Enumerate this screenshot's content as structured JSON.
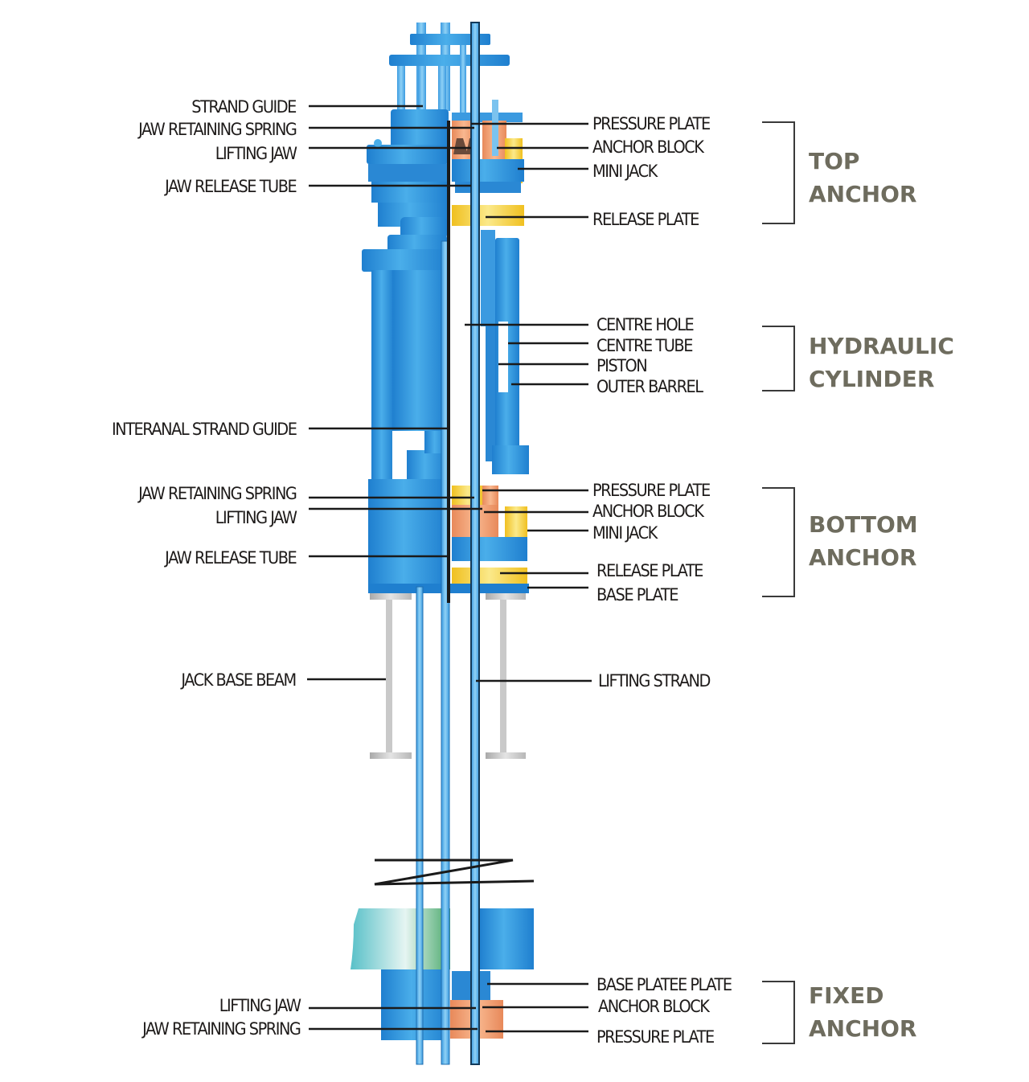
{
  "diagram": {
    "title": "",
    "colors": {
      "jack_body": "#2f8fd8",
      "jack_highlight": "#6cc0f0",
      "jack_dark": "#1a6fb5",
      "anchor_block": "#f0a070",
      "mini_jack": "#f8d84a",
      "release_plate": "#f5d040",
      "base_beam": "#c8c8c8",
      "leader_line": "#1a1a1a",
      "group_label": "#6e6c5e",
      "text": "#1e1b1a"
    },
    "left_labels": [
      "STRAND GUIDE",
      "JAW RETAINING SPRING",
      "LIFTING JAW",
      "JAW RELEASE TUBE",
      "INTERANAL STRAND GUIDE",
      "JAW RETAINING SPRING",
      "LIFTING JAW",
      "JAW RELEASE TUBE",
      "JACK BASE BEAM",
      "LIFTING JAW",
      "JAW RETAINING SPRING"
    ],
    "right_labels": [
      "PRESSURE PLATE",
      "ANCHOR BLOCK",
      "MINI JACK",
      "RELEASE PLATE",
      "CENTRE HOLE",
      "CENTRE TUBE",
      "PISTON",
      "OUTER BARREL",
      "PRESSURE PLATE",
      "ANCHOR BLOCK",
      "MINI JACK",
      "RELEASE PLATE",
      "BASE PLATE",
      "LIFTING STRAND",
      "BASE PLATEE PLATE",
      "ANCHOR BLOCK",
      "PRESSURE PLATE"
    ],
    "groups": [
      {
        "line1": "TOP",
        "line2": "ANCHOR"
      },
      {
        "line1": "HYDRAULIC",
        "line2": "CYLINDER"
      },
      {
        "line1": "BOTTOM",
        "line2": "ANCHOR"
      },
      {
        "line1": "FIXED",
        "line2": "ANCHOR"
      }
    ]
  }
}
